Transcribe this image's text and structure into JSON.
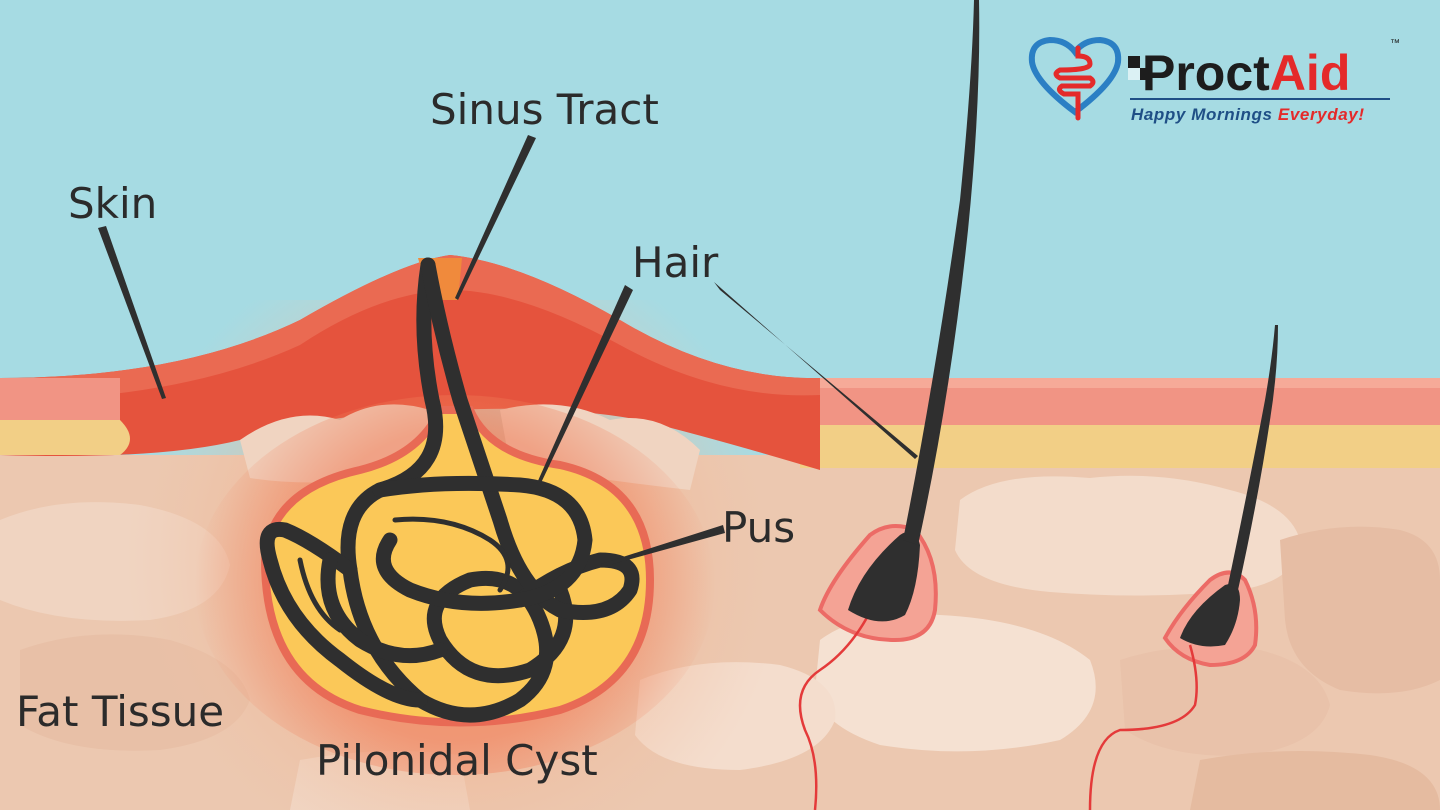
{
  "labels": {
    "sinus_tract": "Sinus Tract",
    "skin": "Skin",
    "hair": "Hair",
    "pus": "Pus",
    "fat_tissue": "Fat Tissue",
    "pilonidal_cyst": "Pilonidal Cyst"
  },
  "brand": {
    "name_part1": "Proct",
    "name_part2": "Aid",
    "trademark": "™",
    "tagline_part1": "Happy Mornings ",
    "tagline_part2": "Everyday!"
  },
  "colors": {
    "sky": "#a6dbe3",
    "skin_red": "#e5533d",
    "skin_pink": "#f19484",
    "fat_yellow": "#f2cf86",
    "tissue": "#ecc8b0",
    "pus": "#fbc858",
    "hair": "#2f2f2f",
    "brand_dark": "#1d1d1d",
    "brand_red": "#e42a2a",
    "brand_blue": "#1f4f86"
  }
}
